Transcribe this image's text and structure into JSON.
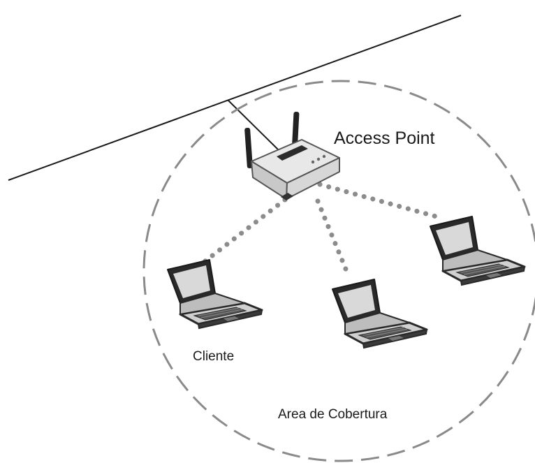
{
  "labels": {
    "access_point": "Access Point",
    "client": "Cliente",
    "coverage_area": "Area de Cobertura"
  },
  "colors": {
    "background": "#ffffff",
    "line": "#1a1a1a",
    "dashed_circle": "#8a8a8a",
    "dotted_link": "#8c8c8c",
    "device_body": "#e6e6e6",
    "laptop_dark": "#2a2a2a",
    "screen": "#d9d9d9"
  },
  "icons": [
    "access-point-icon",
    "laptop-icon"
  ]
}
